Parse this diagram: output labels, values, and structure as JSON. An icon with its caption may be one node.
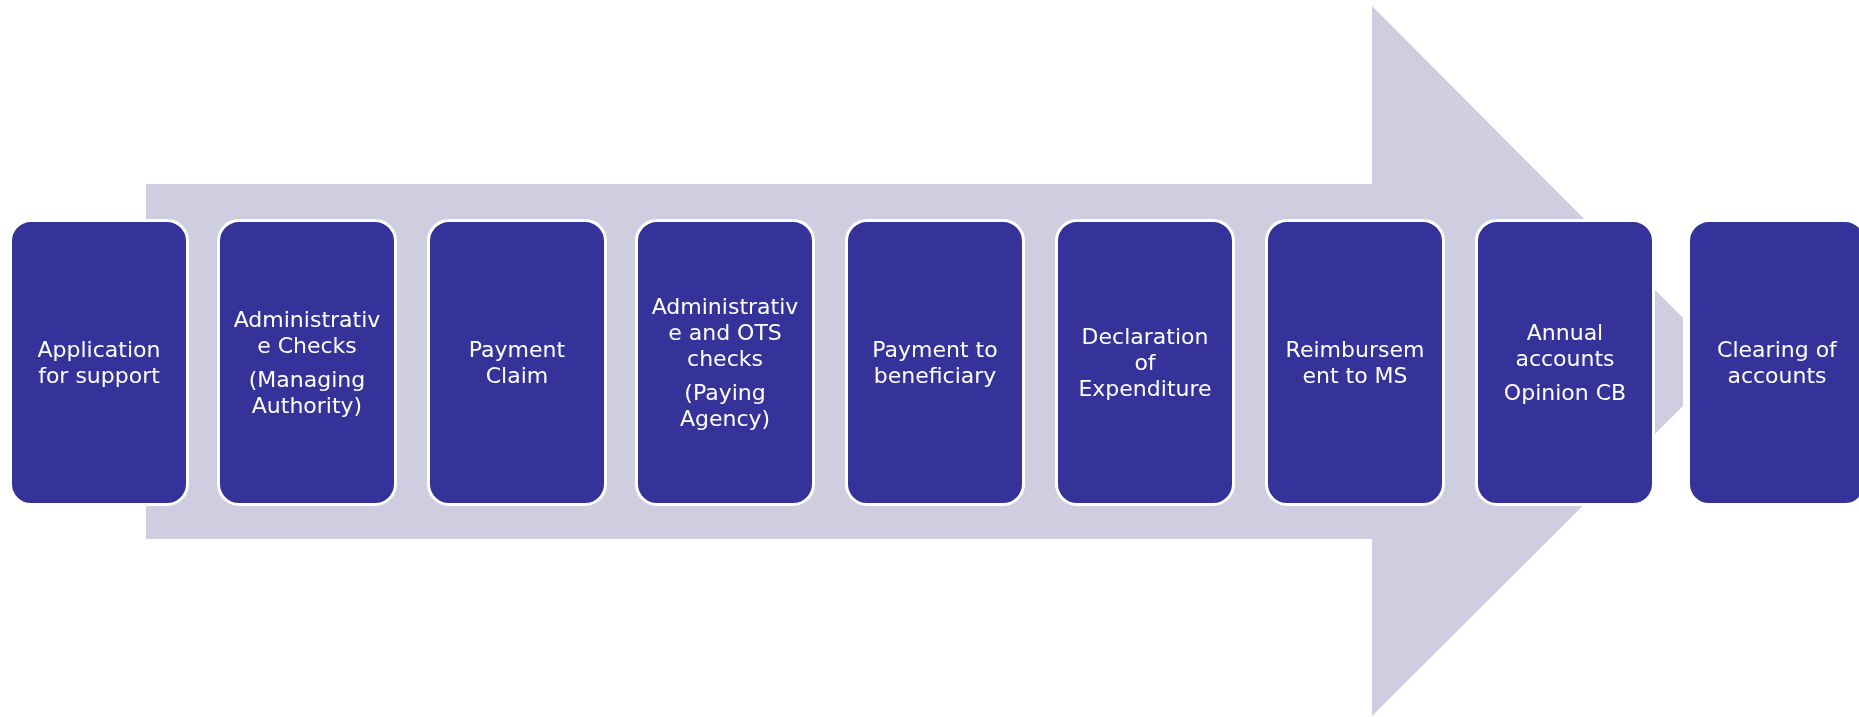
{
  "diagram": {
    "nodes": [
      {
        "text": [
          "Application for support"
        ]
      },
      {
        "text": [
          "Administrative Checks",
          "(Managing Authority)"
        ]
      },
      {
        "text": [
          "Payment Claim"
        ]
      },
      {
        "text": [
          "Administrative and OTS checks",
          "(Paying Agency)"
        ]
      },
      {
        "text": [
          "Payment to beneficiary"
        ]
      },
      {
        "text": [
          "Declaration of Expenditure"
        ]
      },
      {
        "text": [
          "Reimbursement to MS"
        ]
      },
      {
        "text": [
          "Annual accounts",
          "Opinion CB"
        ]
      },
      {
        "text": [
          "Clearing of accounts"
        ]
      }
    ]
  }
}
